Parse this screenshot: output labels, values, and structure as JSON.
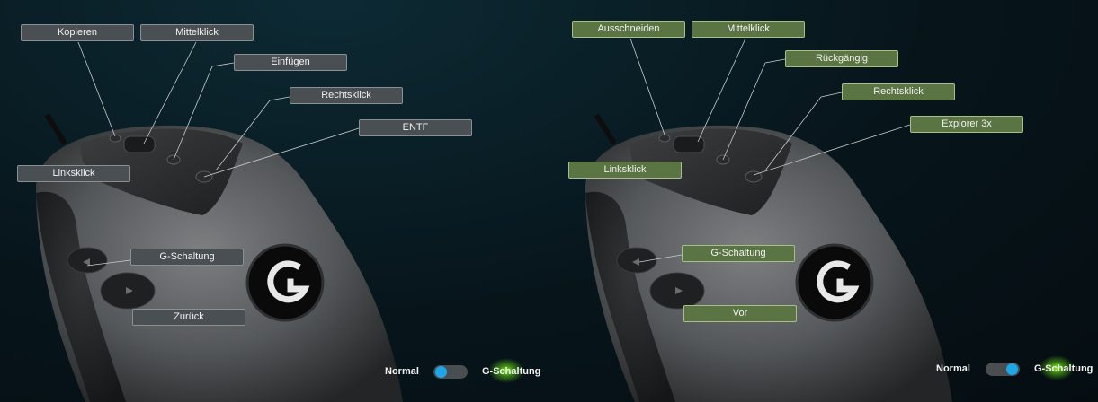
{
  "colors": {
    "label_normal_bg": "#4a4f53",
    "label_gshift_bg": "#5b7443",
    "toggle_knob": "#1ea6e8",
    "glow": "#8cff28"
  },
  "logo": {
    "icon": "logitech-g-logo-icon"
  },
  "left_panel": {
    "mode": "Normal",
    "labels": {
      "kopieren": "Kopieren",
      "mittelklick": "Mittelklick",
      "einfuegen": "Einfügen",
      "rechtsklick": "Rechtsklick",
      "entf": "ENTF",
      "linksklick": "Linksklick",
      "gschaltung": "G-Schaltung",
      "zurueck": "Zurück"
    },
    "toggle": {
      "left_label": "Normal",
      "right_label": "G-Schaltung",
      "state": "left"
    }
  },
  "right_panel": {
    "mode": "G-Schaltung",
    "labels": {
      "ausschneiden": "Ausschneiden",
      "mittelklick": "Mittelklick",
      "rueckgaengig": "Rückgängig",
      "rechtsklick": "Rechtsklick",
      "explorer": "Explorer 3x",
      "linksklick": "Linksklick",
      "gschaltung": "G-Schaltung",
      "vor": "Vor"
    },
    "toggle": {
      "left_label": "Normal",
      "right_label": "G-Schaltung",
      "state": "right"
    }
  }
}
